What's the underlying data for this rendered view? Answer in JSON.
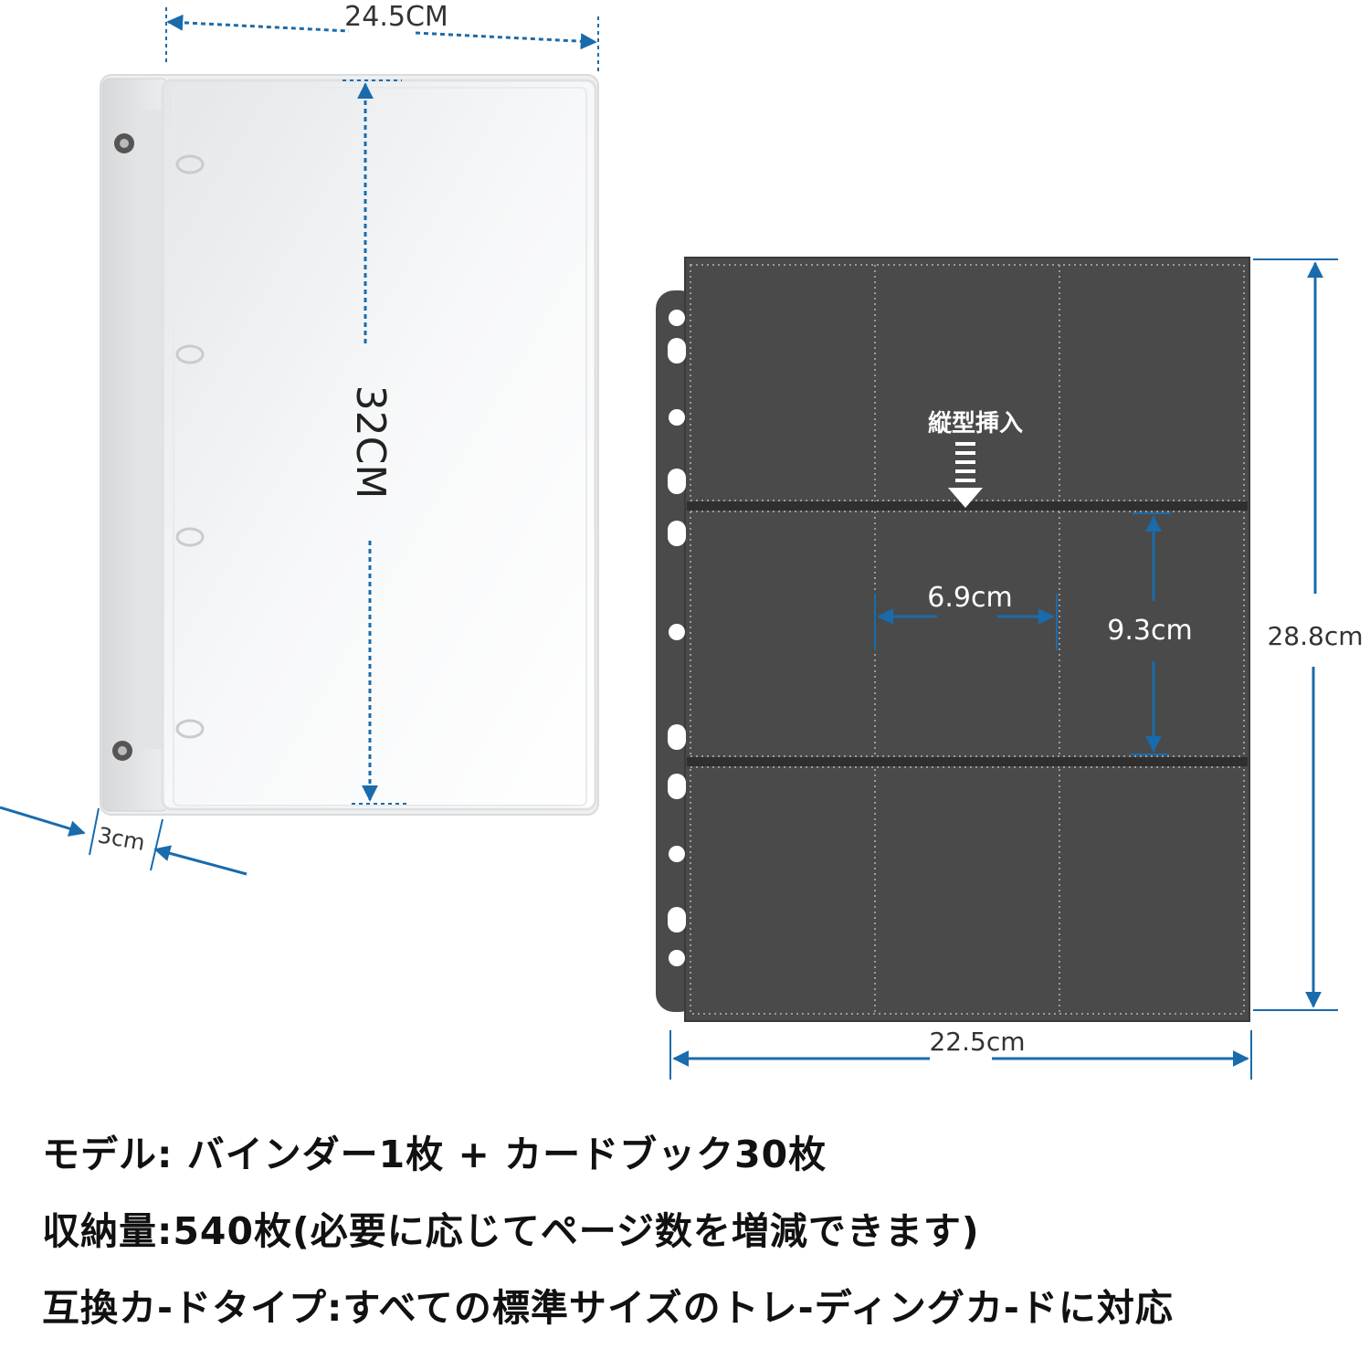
{
  "binder": {
    "width_label": "24.5CM",
    "height_label": "32CM",
    "depth_label": "3cm"
  },
  "sheet": {
    "insert_label": "縦型挿入",
    "pocket_width_label": "6.9cm",
    "pocket_height_label": "9.3cm",
    "sheet_height_label": "28.8cm",
    "sheet_width_label": "22.5cm",
    "pocket_rows": 3,
    "pocket_cols": 3
  },
  "specs": {
    "model": "モデル: バインダー1枚 + カードブック30枚",
    "capacity": "収納量:540枚(必要に応じてページ数を増減できます)",
    "compatible": "互換カ-ドタイプ:すべての標準サイズのトレ-ディングカ-ドに対応"
  },
  "colors": {
    "accent": "#1a6bab",
    "sheet": "#4a4a4a",
    "binder": "#f2f3f4"
  }
}
